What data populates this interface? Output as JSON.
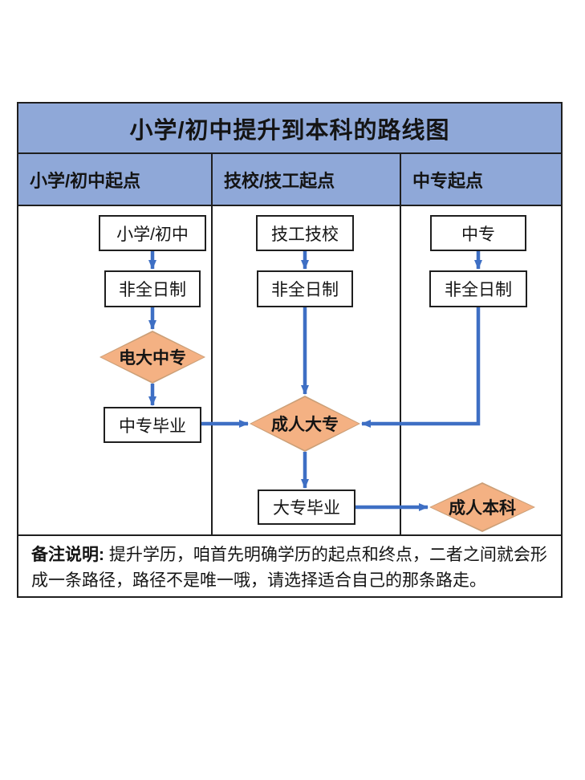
{
  "title": "小学/初中提升到本科的路线图",
  "headers": [
    "小学/初中起点",
    "技校/技工起点",
    "中专起点"
  ],
  "nodes": {
    "primary": "小学/初中",
    "parttime1": "非全日制",
    "dianda": "电大中专",
    "zhongzhuan_grad": "中专毕业",
    "jigong": "技工技校",
    "parttime2": "非全日制",
    "chengren_dazhuan": "成人大专",
    "dazhuan_grad": "大专毕业",
    "zhongzhuan": "中专",
    "parttime3": "非全日制",
    "chengren_benke": "成人本科"
  },
  "note": {
    "label": "备注说明:",
    "text": " 提升学历，咱首先明确学历的起点和终点，二者之间就会形成一条路径，路径不是唯一哦，请选择适合自己的那条路走。"
  },
  "colors": {
    "header_bg": "#8FA8D8",
    "diamond_fill": "#F4B183",
    "diamond_border": "#CB9F77",
    "arrow": "#3E6FC4",
    "line": "#1f1f1f",
    "background": "#ffffff"
  }
}
